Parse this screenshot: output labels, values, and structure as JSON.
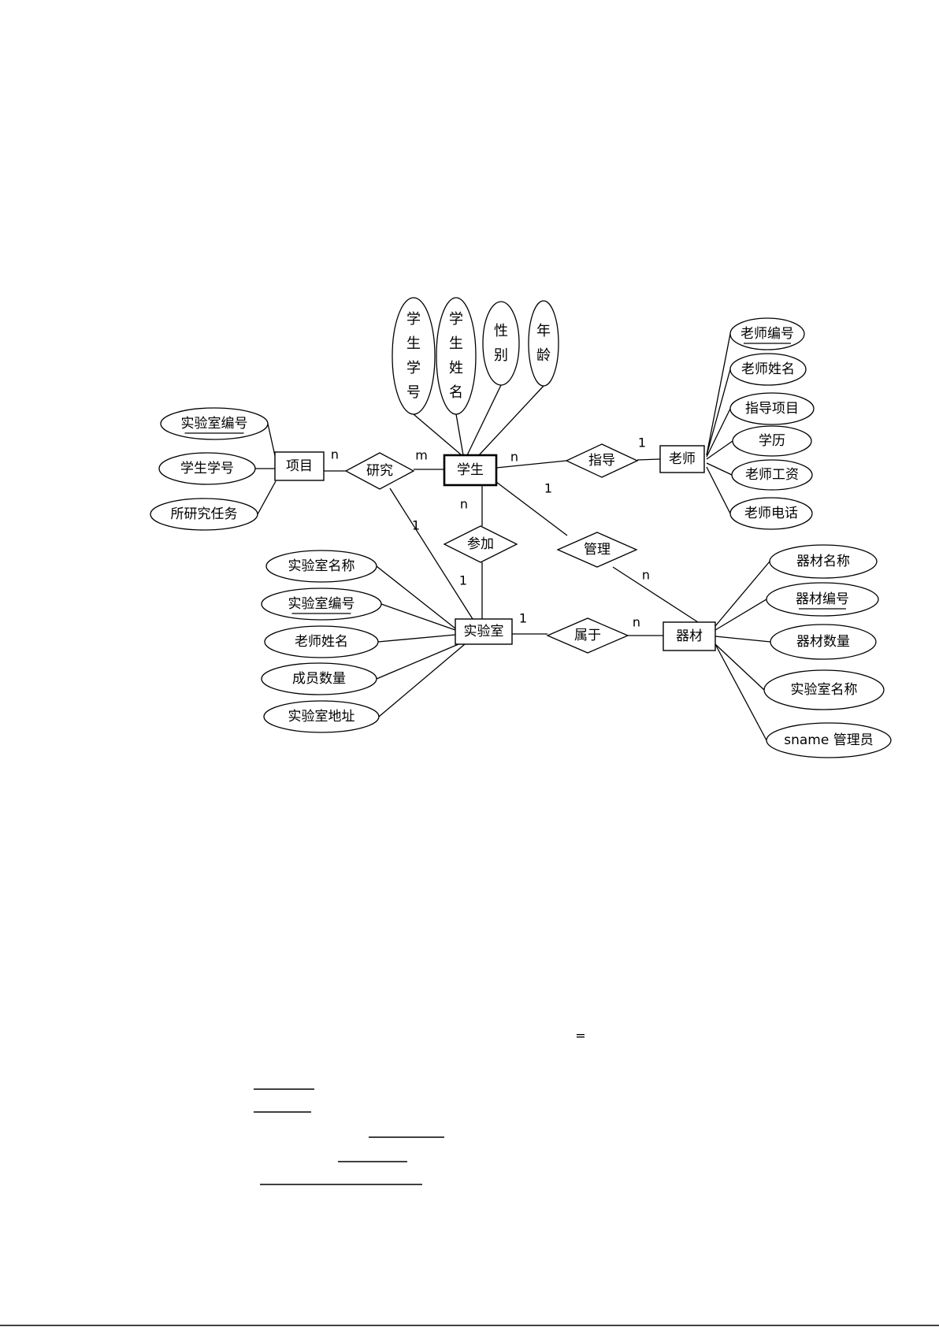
{
  "diagram": {
    "entities": {
      "project": "项目",
      "student": "学生",
      "teacher": "老师",
      "lab": "实验室",
      "equipment": "器材"
    },
    "relations": {
      "research": "研究",
      "guide": "指导",
      "join": "参加",
      "manage": "管理",
      "belong": "属于"
    },
    "cardinalities": {
      "project_research": "n",
      "student_research": "m",
      "student_guide": "n",
      "teacher_guide": "1",
      "student_join": "n",
      "lab_join": "1",
      "lab_research": "1",
      "student_manage": "1",
      "equipment_manage": "n",
      "lab_belong": "1",
      "equipment_belong": "n"
    },
    "attributes": {
      "project": [
        "实验室编号",
        "学生学号",
        "所研究任务"
      ],
      "student": [
        "学生学号",
        "学生姓名",
        "性别",
        "年龄"
      ],
      "teacher": [
        "老师编号",
        "老师姓名",
        "指导项目",
        "学历",
        "老师工资",
        "老师电话"
      ],
      "lab": [
        "实验室名称",
        "实验室编号",
        "老师姓名",
        "成员数量",
        "实验室地址"
      ],
      "equipment": [
        "器材名称",
        "器材编号",
        "器材数量",
        "实验室名称",
        "sname 管理员"
      ]
    }
  },
  "misc": {
    "equals_sign": "="
  }
}
